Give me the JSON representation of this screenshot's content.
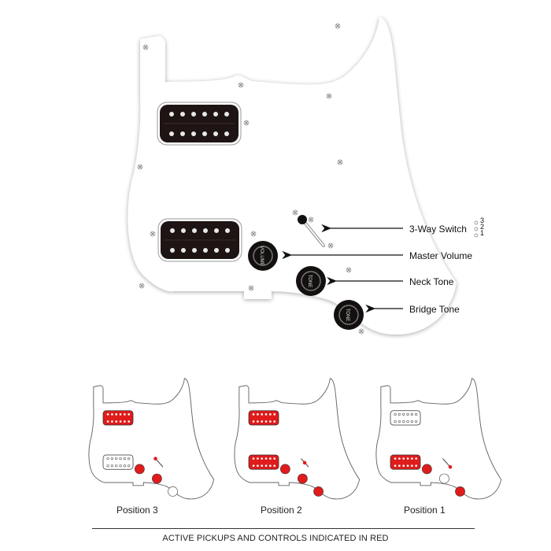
{
  "main_diagram": {
    "callouts": [
      {
        "id": "switch",
        "label": "3-Way Switch",
        "positions": [
          "3",
          "2",
          "1"
        ]
      },
      {
        "id": "volume",
        "label": "Master Volume"
      },
      {
        "id": "neck_tone",
        "label": "Neck Tone"
      },
      {
        "id": "bridge_tone",
        "label": "Bridge Tone"
      }
    ],
    "knob_text": {
      "volume": "VOLUME",
      "tone": "TONE"
    },
    "pickups": [
      "neck-humbucker",
      "bridge-humbucker"
    ]
  },
  "positions": [
    {
      "label": "Position 3",
      "active": [
        "neck pickup",
        "volume",
        "neck tone"
      ]
    },
    {
      "label": "Position 2",
      "active": [
        "neck pickup",
        "bridge pickup",
        "volume",
        "neck tone",
        "bridge tone"
      ]
    },
    {
      "label": "Position 1",
      "active": [
        "bridge pickup",
        "volume",
        "bridge tone"
      ]
    }
  ],
  "legend": "ACTIVE PICKUPS AND CONTROLS INDICATED IN RED",
  "colors": {
    "active": "#e01b1b",
    "pickup_black": "#1e1414",
    "pickguard": "#ffffff",
    "outline": "#555555"
  }
}
